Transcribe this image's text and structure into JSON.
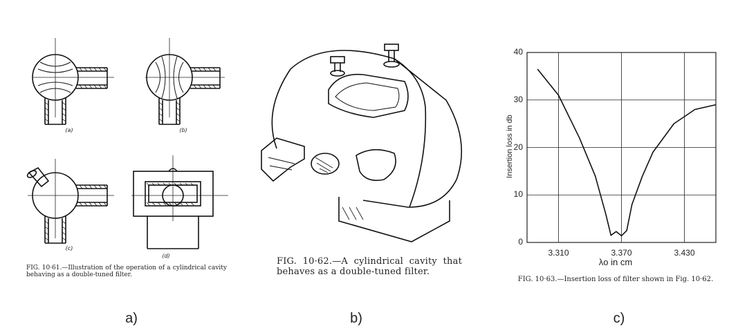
{
  "panel_a": {
    "sub_labels": [
      "(a)",
      "(b)",
      "(c)",
      "(d)"
    ],
    "caption": "FIG. 10·61.—Illustration of the operation of a cylindrical cavity behaving as a double-tuned filter.",
    "panel_label": "a)"
  },
  "panel_b": {
    "caption": "FIG. 10·62.—A cylindrical cavity that behaves as a double-tuned filter.",
    "panel_label": "b)"
  },
  "panel_c": {
    "caption": "FIG. 10·63.—Insertion loss of filter shown in Fig. 10·62.",
    "panel_label": "c)"
  },
  "chart_data": {
    "type": "line",
    "xlabel": "λo in cm",
    "ylabel": "Insertion loss in db",
    "xlim": [
      3.28,
      3.46
    ],
    "ylim": [
      0,
      40
    ],
    "x_ticks": [
      "3.310",
      "3.370",
      "3.430"
    ],
    "y_ticks": [
      "0",
      "10",
      "20",
      "30",
      "40"
    ],
    "grid": true,
    "series": [
      {
        "x": [
          3.29,
          3.31,
          3.33,
          3.345,
          3.355,
          3.36,
          3.365,
          3.37,
          3.375,
          3.38,
          3.39,
          3.4,
          3.42,
          3.44,
          3.46
        ],
        "y": [
          36.5,
          31,
          22,
          14,
          6,
          1.5,
          2.3,
          1.4,
          2.5,
          8,
          14,
          19,
          25,
          28,
          29
        ]
      }
    ]
  }
}
